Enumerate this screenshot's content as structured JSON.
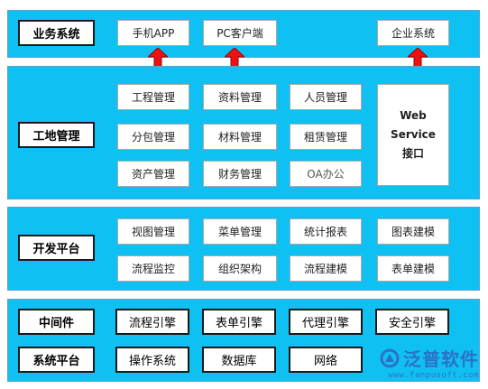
{
  "business": {
    "label": "业务系统",
    "items": [
      "手机APP",
      "PC客户端",
      "企业系统"
    ]
  },
  "site": {
    "label": "工地管理",
    "items": [
      "工程管理",
      "资料管理",
      "人员管理",
      "分包管理",
      "材料管理",
      "租赁管理",
      "资产管理",
      "财务管理",
      "OA办公"
    ],
    "web_service": [
      "Web",
      "Service",
      "接口"
    ]
  },
  "dev": {
    "label": "开发平台",
    "items": [
      "视图管理",
      "菜单管理",
      "统计报表",
      "图表建模",
      "流程监控",
      "组织架构",
      "流程建模",
      "表单建模"
    ]
  },
  "middleware": {
    "label": "中间件",
    "items": [
      "流程引擎",
      "表单引擎",
      "代理引擎",
      "安全引擎"
    ]
  },
  "system": {
    "label": "系统平台",
    "items": [
      "操作系统",
      "数据库",
      "网络"
    ]
  },
  "logo": {
    "name": "泛普软件",
    "url": "www.fanpusoft.com"
  },
  "colors": {
    "band": "#0fc0f2",
    "arrow": "#ee1111"
  }
}
